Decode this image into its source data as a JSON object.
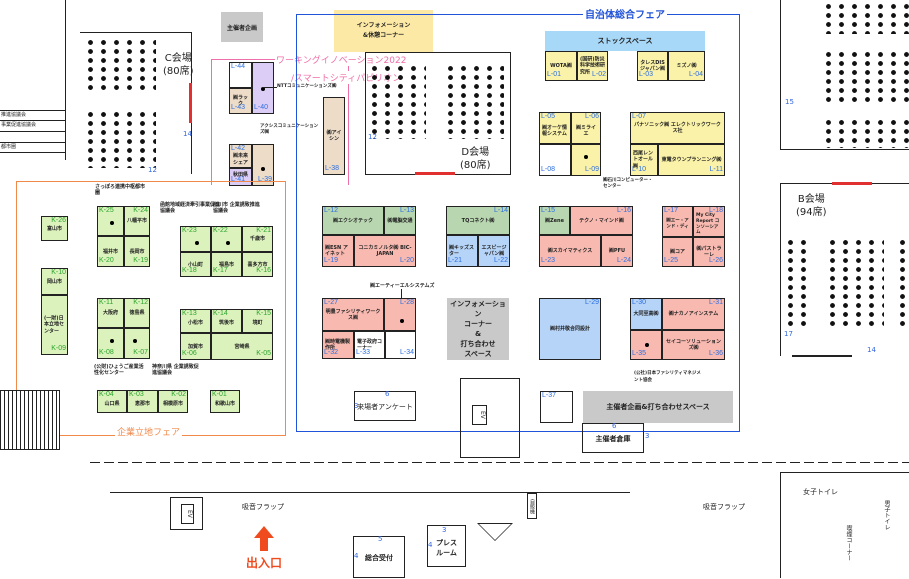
{
  "zones": {
    "jichitai": {
      "title": "自治体総合フェア",
      "color": "#2154d8"
    },
    "kigyo": {
      "title": "企業立地フェア",
      "color": "#f08a4b"
    },
    "working": {
      "title_line1": "ワーキングイノベーション2022",
      "title_line2": "/スマートシティパビリオン",
      "color": "#f06ea9"
    }
  },
  "areas": {
    "organizer_project": "主催者企画",
    "info_rest": [
      "インフォメーション",
      "&休憩コーナー"
    ],
    "stock_space": "ストックスペース",
    "info_center": [
      "インフォメーション",
      "コーナー",
      "&",
      "打ち合わせ",
      "スペース"
    ],
    "organizer_meeting": "主催者企画&打ち合わせスペース",
    "survey": "来場者アンケート",
    "organizer_storage": "主催者倉庫",
    "general_reception": "総合受付",
    "press_room": [
      "プレス",
      "ルーム"
    ],
    "entrance": "出入口",
    "sound_flap": "吸音フラップ",
    "womens_toilet": "女子トイレ",
    "mens_toilet": "男子トイレ",
    "smoking": "喫煙コーナー",
    "ev": "EV",
    "vending": "自販機"
  },
  "halls": {
    "c": {
      "name": "C会場",
      "seats": "(80席)"
    },
    "d": {
      "name": "D会場",
      "seats": "(80席)"
    },
    "b": {
      "name": "B会場",
      "seats": "(94席)"
    }
  },
  "booths_l": [
    {
      "id": "L-01",
      "name": "WOTA㈱"
    },
    {
      "id": "L-02",
      "name": "(国研)防災科学技術研究所"
    },
    {
      "id": "L-03",
      "name": "タレスDISジャパン㈱"
    },
    {
      "id": "L-04",
      "name": "ミズノ㈱"
    },
    {
      "id": "L-05",
      "name": "㈱オーケ情報システム"
    },
    {
      "id": "L-06",
      "name": "㈱ミライエ"
    },
    {
      "id": "L-07",
      "name": "パナソニック㈱ エレクトリックワークス社"
    },
    {
      "id": "L-08",
      "name": ""
    },
    {
      "id": "L-09",
      "name": ""
    },
    {
      "id": "L-10",
      "name": "西尾レントオール㈱"
    },
    {
      "id": "L-11",
      "name": "東電タウンプランニング㈱"
    },
    {
      "id": "L-12",
      "name": "㈱エクシオテック"
    },
    {
      "id": "L-13",
      "name": "㈱電脳交通"
    },
    {
      "id": "L-14",
      "name": "TQコネクト㈱"
    },
    {
      "id": "L-15",
      "name": "㈱Zene"
    },
    {
      "id": "L-16",
      "name": "テクノ・マインド㈱"
    },
    {
      "id": "L-17",
      "name": "㈱エー・アンド・ディ"
    },
    {
      "id": "L-18",
      "name": "My City Report コンソーシアム"
    },
    {
      "id": "L-19",
      "name": "㈱ESN アイネット"
    },
    {
      "id": "L-20",
      "name": "コニカミノルタ㈱ BIC-JAPAN"
    },
    {
      "id": "L-21",
      "name": "㈱キッズスター"
    },
    {
      "id": "L-22",
      "name": "エスビージャパン㈱"
    },
    {
      "id": "L-23",
      "name": "㈱スカイマティクス"
    },
    {
      "id": "L-24",
      "name": "㈱PFU"
    },
    {
      "id": "L-25",
      "name": "㈱コア"
    },
    {
      "id": "L-26",
      "name": "㈱パストラーレ"
    },
    {
      "id": "L-27",
      "name": "明豊ファシリティワークス㈱"
    },
    {
      "id": "L-28",
      "name": ""
    },
    {
      "id": "L-29",
      "name": "㈱村井敬合同設計"
    },
    {
      "id": "L-30",
      "name": "大同至高㈱"
    },
    {
      "id": "L-31",
      "name": "㈱ナカノアインステム"
    },
    {
      "id": "L-32",
      "name": "㈱時電機製作所"
    },
    {
      "id": "L-33",
      "name": "電子政府コーナー"
    },
    {
      "id": "L-34",
      "name": ""
    },
    {
      "id": "L-35",
      "name": ""
    },
    {
      "id": "L-36",
      "name": "セイコーソリューションズ㈱"
    },
    {
      "id": "L-37",
      "name": ""
    },
    {
      "id": "L-38",
      "name": "㈱アイシン"
    },
    {
      "id": "L-39",
      "name": ""
    },
    {
      "id": "L-40",
      "name": ""
    },
    {
      "id": "L-41",
      "name": "秋田県"
    },
    {
      "id": "L-42",
      "name": "㈱未来シェア"
    },
    {
      "id": "L-43",
      "name": "㈱ラック"
    },
    {
      "id": "L-44",
      "name": ""
    }
  ],
  "booths_k": [
    {
      "id": "K-01",
      "name": "和歌山市"
    },
    {
      "id": "K-02",
      "name": "相模原市"
    },
    {
      "id": "K-03",
      "name": "恵那市"
    },
    {
      "id": "K-04",
      "name": "山口県"
    },
    {
      "id": "K-05",
      "name": "宮崎県"
    },
    {
      "id": "K-06",
      "name": "加賀市"
    },
    {
      "id": "K-07",
      "name": ""
    },
    {
      "id": "K-08",
      "name": ""
    },
    {
      "id": "K-09",
      "name": "(一財)日本立地センター"
    },
    {
      "id": "K-10",
      "name": "岡山市"
    },
    {
      "id": "K-11",
      "name": "大阪府"
    },
    {
      "id": "K-12",
      "name": "徳島県"
    },
    {
      "id": "K-13",
      "name": "小松市"
    },
    {
      "id": "K-14",
      "name": "筑後市"
    },
    {
      "id": "K-15",
      "name": "境町"
    },
    {
      "id": "K-16",
      "name": "喜多方市"
    },
    {
      "id": "K-17",
      "name": "福島市"
    },
    {
      "id": "K-18",
      "name": "小山町"
    },
    {
      "id": "K-19",
      "name": "長岡市"
    },
    {
      "id": "K-20",
      "name": "福井市"
    },
    {
      "id": "K-21",
      "name": "千歳市"
    },
    {
      "id": "K-22",
      "name": ""
    },
    {
      "id": "K-23",
      "name": ""
    },
    {
      "id": "K-24",
      "name": "八幡平市"
    },
    {
      "id": "K-25",
      "name": ""
    },
    {
      "id": "K-26",
      "name": "富山市"
    }
  ],
  "callouts": {
    "ntt": "NTTコミュニケーションズ㈱",
    "axis": "アクシスコミュニケーションズ㈱",
    "ishikawa": "㈱石川コンピューター・センター",
    "atl": "㈱エーティーエルシステムズ",
    "jfma": "(公社)日本ファシリティマネジメント協会",
    "sapporo": "さっぽろ連携中枢都市圏",
    "hakodate": "函館地域経済牽引事業促進協議会",
    "asahikawa": "旭川市 企業誘致推進協議会",
    "hyogo": "(公財)ひょうご産業活性化センター",
    "kanagawa": "神奈川県 企業誘致促進協議会"
  },
  "left_list": [
    "推進協議会",
    "事業促進協議会",
    "都市圏"
  ],
  "numbers": {
    "c12": "12",
    "c14": "14",
    "d12": "12",
    "r15": "15",
    "b17": "17",
    "b14": "14",
    "s6": "6",
    "s3": "3",
    "g5": "5",
    "g4": "4",
    "p3": "3",
    "p4": "4",
    "st6": "6",
    "st3": "3"
  }
}
